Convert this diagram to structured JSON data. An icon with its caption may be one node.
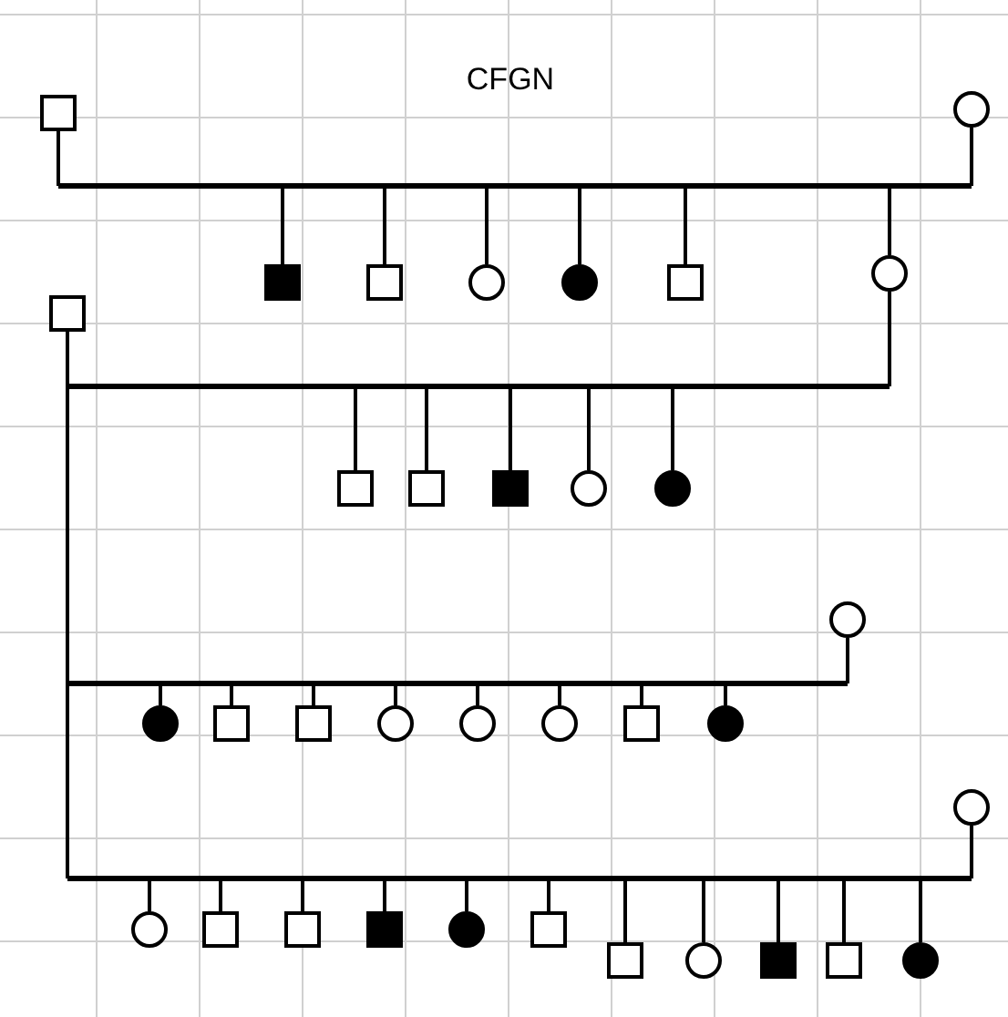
{
  "diagram": {
    "title": "CFGN",
    "nodes": [
      {
        "text": [],
        "shape": "box"
      },
      {
        "text": [],
        "shape": "circle"
      },
      {
        "text": [],
        "shape": "filled-box"
      },
      {
        "text": [],
        "shape": "box"
      },
      {
        "text": [],
        "shape": "circle"
      },
      {
        "text": [],
        "shape": "filled-circle"
      },
      {
        "text": [],
        "shape": "box"
      },
      {
        "text": [],
        "shape": "circle"
      },
      {
        "text": [],
        "shape": "box"
      },
      {
        "text": [],
        "shape": "box"
      },
      {
        "text": [],
        "shape": "box"
      },
      {
        "text": [],
        "shape": "filled-box"
      },
      {
        "text": [],
        "shape": "circle"
      },
      {
        "text": [],
        "shape": "filled-circle"
      },
      {
        "text": [],
        "shape": "circle"
      },
      {
        "text": [],
        "shape": "filled-circle"
      },
      {
        "text": [],
        "shape": "box"
      },
      {
        "text": [],
        "shape": "box"
      },
      {
        "text": [],
        "shape": "circle"
      },
      {
        "text": [],
        "shape": "circle"
      },
      {
        "text": [],
        "shape": "circle"
      },
      {
        "text": [],
        "shape": "box"
      },
      {
        "text": [],
        "shape": "filled-circle"
      },
      {
        "text": [],
        "shape": "circle"
      },
      {
        "text": [],
        "shape": "circle"
      },
      {
        "text": [],
        "shape": "box"
      },
      {
        "text": [],
        "shape": "box"
      },
      {
        "text": [],
        "shape": "filled-box"
      },
      {
        "text": [],
        "shape": "filled-circle"
      },
      {
        "text": [],
        "shape": "box"
      },
      {
        "text": [],
        "shape": "box"
      },
      {
        "text": [],
        "shape": "circle"
      },
      {
        "text": [],
        "shape": "filled-box"
      },
      {
        "text": [],
        "shape": "box"
      },
      {
        "text": [],
        "shape": "filled-circle"
      }
    ],
    "edges": [
      {
        "from": 0,
        "to": 1,
        "arrow": "none"
      },
      {
        "from": 0,
        "to": 2,
        "arrow": "none"
      },
      {
        "from": 0,
        "to": 3,
        "arrow": "none"
      },
      {
        "from": 0,
        "to": 4,
        "arrow": "none"
      },
      {
        "from": 0,
        "to": 5,
        "arrow": "none"
      },
      {
        "from": 0,
        "to": 6,
        "arrow": "none"
      },
      {
        "from": 0,
        "to": 7,
        "arrow": "none"
      },
      {
        "from": 1,
        "to": 2,
        "arrow": "none"
      },
      {
        "from": 1,
        "to": 3,
        "arrow": "none"
      },
      {
        "from": 1,
        "to": 4,
        "arrow": "none"
      },
      {
        "from": 1,
        "to": 5,
        "arrow": "none"
      },
      {
        "from": 1,
        "to": 6,
        "arrow": "none"
      },
      {
        "from": 1,
        "to": 7,
        "arrow": "none"
      },
      {
        "from": 8,
        "to": 7,
        "arrow": "none"
      },
      {
        "from": 8,
        "to": 9,
        "arrow": "none"
      },
      {
        "from": 8,
        "to": 10,
        "arrow": "none"
      },
      {
        "from": 8,
        "to": 11,
        "arrow": "none"
      },
      {
        "from": 8,
        "to": 12,
        "arrow": "none"
      },
      {
        "from": 8,
        "to": 13,
        "arrow": "none"
      },
      {
        "from": 7,
        "to": 9,
        "arrow": "none"
      },
      {
        "from": 7,
        "to": 10,
        "arrow": "none"
      },
      {
        "from": 7,
        "to": 11,
        "arrow": "none"
      },
      {
        "from": 7,
        "to": 12,
        "arrow": "none"
      },
      {
        "from": 7,
        "to": 13,
        "arrow": "none"
      },
      {
        "from": 8,
        "to": 14,
        "arrow": "none"
      },
      {
        "from": 8,
        "to": 15,
        "arrow": "none"
      },
      {
        "from": 8,
        "to": 16,
        "arrow": "none"
      },
      {
        "from": 8,
        "to": 17,
        "arrow": "none"
      },
      {
        "from": 8,
        "to": 18,
        "arrow": "none"
      },
      {
        "from": 8,
        "to": 19,
        "arrow": "none"
      },
      {
        "from": 8,
        "to": 20,
        "arrow": "none"
      },
      {
        "from": 8,
        "to": 21,
        "arrow": "none"
      },
      {
        "from": 8,
        "to": 22,
        "arrow": "none"
      },
      {
        "from": 14,
        "to": 15,
        "arrow": "none"
      },
      {
        "from": 14,
        "to": 16,
        "arrow": "none"
      },
      {
        "from": 14,
        "to": 17,
        "arrow": "none"
      },
      {
        "from": 14,
        "to": 18,
        "arrow": "none"
      },
      {
        "from": 14,
        "to": 19,
        "arrow": "none"
      },
      {
        "from": 14,
        "to": 20,
        "arrow": "none"
      },
      {
        "from": 14,
        "to": 21,
        "arrow": "none"
      },
      {
        "from": 14,
        "to": 22,
        "arrow": "none"
      },
      {
        "from": 8,
        "to": 23,
        "arrow": "none"
      },
      {
        "from": 8,
        "to": 24,
        "arrow": "none"
      },
      {
        "from": 8,
        "to": 25,
        "arrow": "none"
      },
      {
        "from": 8,
        "to": 26,
        "arrow": "none"
      },
      {
        "from": 8,
        "to": 27,
        "arrow": "none"
      },
      {
        "from": 8,
        "to": 28,
        "arrow": "none"
      },
      {
        "from": 8,
        "to": 29,
        "arrow": "none"
      },
      {
        "from": 8,
        "to": 30,
        "arrow": "none"
      },
      {
        "from": 8,
        "to": 31,
        "arrow": "none"
      },
      {
        "from": 8,
        "to": 32,
        "arrow": "none"
      },
      {
        "from": 8,
        "to": 33,
        "arrow": "none"
      },
      {
        "from": 8,
        "to": 34,
        "arrow": "none"
      },
      {
        "from": 23,
        "to": 24,
        "arrow": "none"
      },
      {
        "from": 23,
        "to": 25,
        "arrow": "none"
      },
      {
        "from": 23,
        "to": 26,
        "arrow": "none"
      },
      {
        "from": 23,
        "to": 27,
        "arrow": "none"
      },
      {
        "from": 23,
        "to": 28,
        "arrow": "none"
      },
      {
        "from": 23,
        "to": 29,
        "arrow": "none"
      },
      {
        "from": 23,
        "to": 30,
        "arrow": "none"
      },
      {
        "from": 23,
        "to": 31,
        "arrow": "none"
      },
      {
        "from": 23,
        "to": 32,
        "arrow": "none"
      },
      {
        "from": 23,
        "to": 33,
        "arrow": "none"
      },
      {
        "from": 23,
        "to": 34,
        "arrow": "none"
      }
    ]
  }
}
